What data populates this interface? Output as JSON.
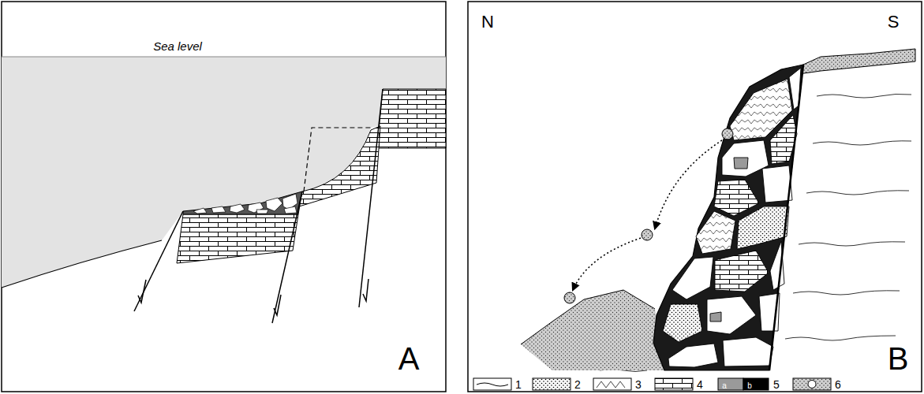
{
  "diagram": {
    "labels": [
      "Sea level",
      "A",
      "N",
      "S",
      "B",
      "a",
      "b"
    ],
    "legend": [
      {
        "text": "1"
      },
      {
        "text": "2"
      },
      {
        "text": "3"
      },
      {
        "text": "4"
      },
      {
        "text": "5"
      },
      {
        "text": "6"
      }
    ]
  }
}
